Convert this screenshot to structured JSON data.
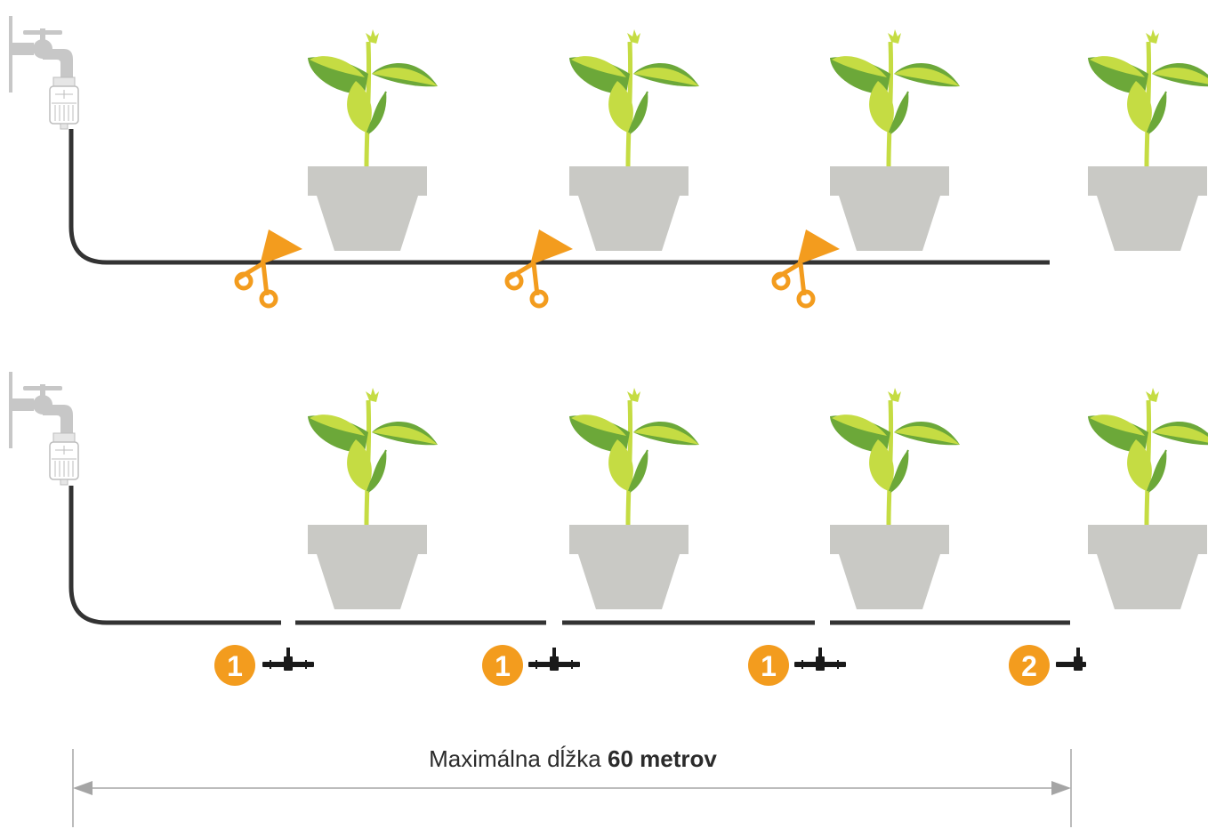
{
  "caption": {
    "prefix": "Maximálna dĺžka",
    "value": "60 metrov"
  },
  "rows": [
    {
      "id": "row-1",
      "tool": "scissors",
      "tool_count": 3
    },
    {
      "id": "row-2",
      "tool": "connectors",
      "badges": [
        {
          "label": "1",
          "connector": "tee-connector"
        },
        {
          "label": "1",
          "connector": "tee-connector"
        },
        {
          "label": "1",
          "connector": "tee-connector"
        },
        {
          "label": "2",
          "connector": "end-plug"
        }
      ]
    }
  ],
  "colors": {
    "pipe": "#333333",
    "accent": "#f39c1e",
    "pot": "#c9c9c5",
    "leaf_dark": "#6ca839",
    "leaf_light": "#c5dc43",
    "tap": "#c7c7c7",
    "dimension_line": "#a5a5a5"
  },
  "icons": [
    "tap-icon",
    "plant-pot-icon",
    "scissors-icon",
    "tee-connector-icon",
    "end-plug-icon",
    "dimension-arrow-icon"
  ]
}
